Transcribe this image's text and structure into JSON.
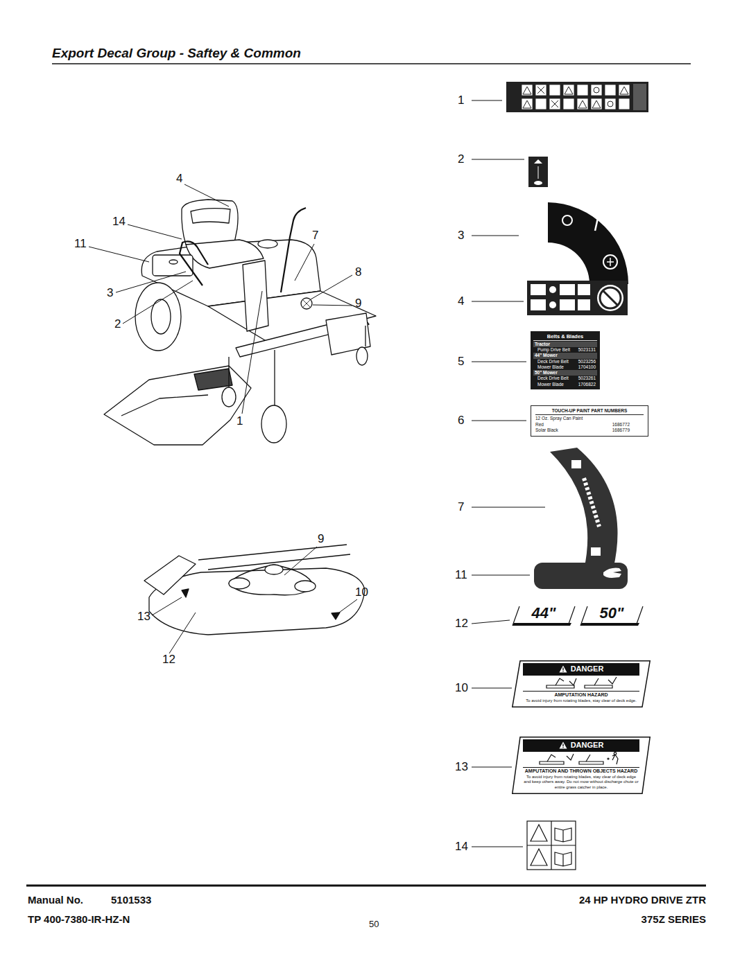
{
  "diagram": {
    "title": "Export Decal Group - Saftey & Common",
    "nodes": [
      {
        "text": [
          "Belts & Blades",
          "Tractor",
          "Pump Drive Belt",
          "5023131",
          "44\" Mower",
          "Deck Drive Belt",
          "5023256",
          "Mower Blade",
          "1704100",
          "50\" Mower",
          "Deck Drive Belt",
          "5023261",
          "Mower Blade",
          "1706822"
        ]
      },
      {
        "text": [
          "TOUCH-UP PAINT PART NUMBERS",
          "12 Oz. Spray Can Paint",
          "Red",
          "1686772",
          "Solar Black",
          "1686779"
        ]
      },
      {
        "text": [
          "44\""
        ]
      },
      {
        "text": [
          "50\""
        ]
      },
      {
        "text": [
          "DANGER",
          "AMPUTATION HAZARD",
          "To avoid injury from rotating blades, stay clear of deck edge."
        ]
      },
      {
        "text": [
          "DANGER",
          "AMPUTATION AND THROWN OBJECTS HAZARD",
          "To avoid injury from rotating blades, stay clear of deck edge and keep others away. Do not mow without discharge chute or entire grass catcher in place."
        ]
      }
    ],
    "labels": [
      "1",
      "2",
      "3",
      "4",
      "5",
      "6",
      "7",
      "11",
      "12",
      "10",
      "13",
      "14",
      "4",
      "14",
      "11",
      "7",
      "3",
      "8",
      "9",
      "2",
      "1",
      "9",
      "10",
      "13",
      "12",
      "Manual No.",
      "5101533",
      "TP 400-7380-IR-HZ-N",
      "50",
      "24 HP HYDRO DRIVE ZTR",
      "375Z SERIES"
    ]
  }
}
